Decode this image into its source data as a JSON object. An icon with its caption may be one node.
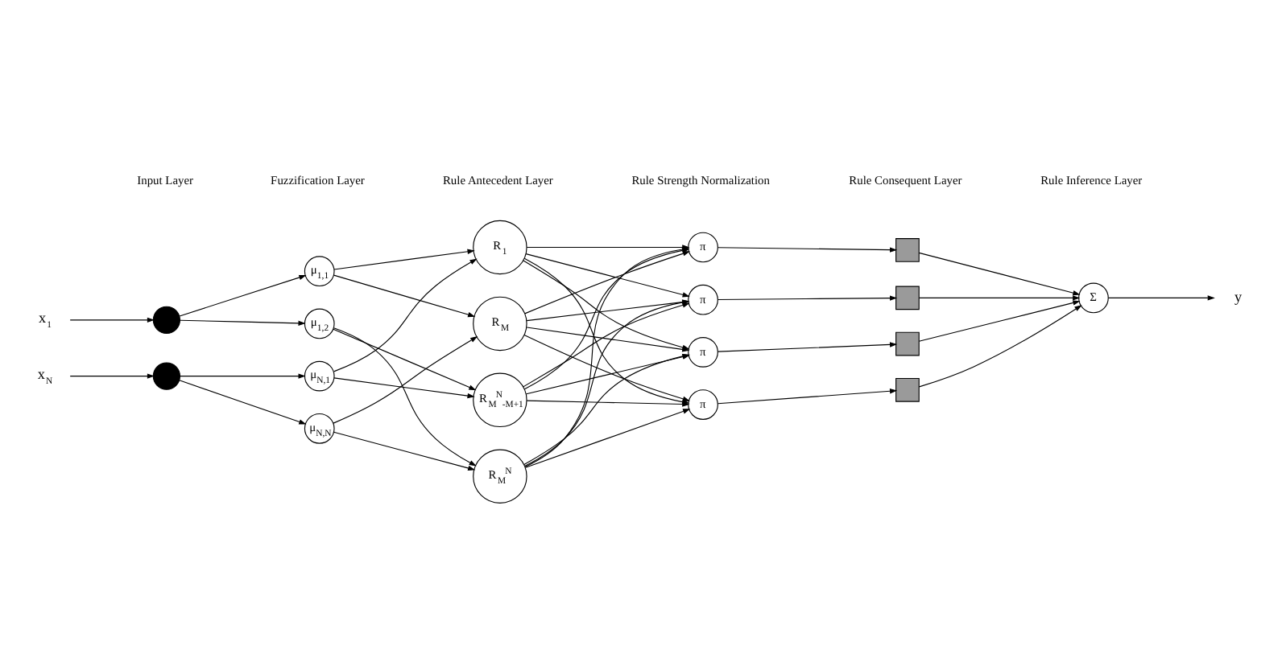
{
  "diagram": {
    "nodes": [
      {
        "text": [
          "x$_{1}$"
        ]
      },
      {
        "text": [
          "x$_{N}$"
        ]
      },
      {
        "text": [],
        "shape": "circle"
      },
      {
        "text": [],
        "shape": "circle"
      },
      {
        "text": [
          "μ$_{1,1}$"
        ]
      },
      {
        "text": [
          "μ$_{1,2}$"
        ]
      },
      {
        "text": [
          "μ$_{N,1}$"
        ]
      },
      {
        "text": [
          "μ$_{N,N}$"
        ]
      },
      {
        "text": [
          "R$_{1}$"
        ]
      },
      {
        "text": [
          "R$_{M}$"
        ]
      },
      {
        "text": [
          "R$_{M}$$^{N}$$_{-M+1}$"
        ]
      },
      {
        "text": [
          "R$_{M}$$^{N}$"
        ]
      },
      {
        "text": [
          "π"
        ]
      },
      {
        "text": [
          "π"
        ]
      },
      {
        "text": [
          "π"
        ]
      },
      {
        "text": [
          "π"
        ]
      },
      {
        "text": [],
        "shape": "box"
      },
      {
        "text": [],
        "shape": "box"
      },
      {
        "text": [],
        "shape": "box"
      },
      {
        "text": [],
        "shape": "box"
      },
      {
        "text": [
          "Σ"
        ]
      },
      {
        "text": [
          "y"
        ]
      }
    ],
    "edges": [
      {
        "from": 0,
        "to": 2,
        "arrow": "to"
      },
      {
        "from": 1,
        "to": 3,
        "arrow": "to"
      },
      {
        "from": 2,
        "to": 4,
        "arrow": "to"
      },
      {
        "from": 2,
        "to": 5,
        "arrow": "to"
      },
      {
        "from": 3,
        "to": 6,
        "arrow": "to"
      },
      {
        "from": 3,
        "to": 7,
        "arrow": "to"
      },
      {
        "from": 4,
        "to": 8,
        "arrow": "to"
      },
      {
        "from": 4,
        "to": 9,
        "arrow": "to"
      },
      {
        "from": 5,
        "to": 10,
        "arrow": "to"
      },
      {
        "from": 5,
        "to": 11,
        "arrow": "to"
      },
      {
        "from": 6,
        "to": 8,
        "arrow": "to"
      },
      {
        "from": 6,
        "to": 10,
        "arrow": "to"
      },
      {
        "from": 7,
        "to": 9,
        "arrow": "to"
      },
      {
        "from": 7,
        "to": 11,
        "arrow": "to"
      },
      {
        "from": 8,
        "to": 12,
        "arrow": "to"
      },
      {
        "from": 8,
        "to": 13,
        "arrow": "to"
      },
      {
        "from": 8,
        "to": 14,
        "arrow": "to"
      },
      {
        "from": 8,
        "to": 15,
        "arrow": "to"
      },
      {
        "from": 9,
        "to": 12,
        "arrow": "to"
      },
      {
        "from": 9,
        "to": 13,
        "arrow": "to"
      },
      {
        "from": 9,
        "to": 14,
        "arrow": "to"
      },
      {
        "from": 9,
        "to": 15,
        "arrow": "to"
      },
      {
        "from": 10,
        "to": 12,
        "arrow": "to"
      },
      {
        "from": 10,
        "to": 13,
        "arrow": "to"
      },
      {
        "from": 10,
        "to": 14,
        "arrow": "to"
      },
      {
        "from": 10,
        "to": 15,
        "arrow": "to"
      },
      {
        "from": 11,
        "to": 12,
        "arrow": "to"
      },
      {
        "from": 11,
        "to": 13,
        "arrow": "to"
      },
      {
        "from": 11,
        "to": 14,
        "arrow": "to"
      },
      {
        "from": 11,
        "to": 15,
        "arrow": "to"
      },
      {
        "from": 12,
        "to": 16,
        "arrow": "to"
      },
      {
        "from": 13,
        "to": 17,
        "arrow": "to"
      },
      {
        "from": 14,
        "to": 18,
        "arrow": "to"
      },
      {
        "from": 15,
        "to": 19,
        "arrow": "to"
      },
      {
        "from": 16,
        "to": 20,
        "arrow": "to"
      },
      {
        "from": 17,
        "to": 20,
        "arrow": "to"
      },
      {
        "from": 18,
        "to": 20,
        "arrow": "to"
      },
      {
        "from": 19,
        "to": 20,
        "arrow": "to"
      },
      {
        "from": 20,
        "to": 21,
        "arrow": "to"
      }
    ],
    "labels": [
      "Input Layer",
      "Fuzzification Layer",
      "Rule Antecedent Layer",
      "Rule Strength Normalization",
      "Rule Consequent Layer",
      "Rule Inference Layer"
    ]
  }
}
